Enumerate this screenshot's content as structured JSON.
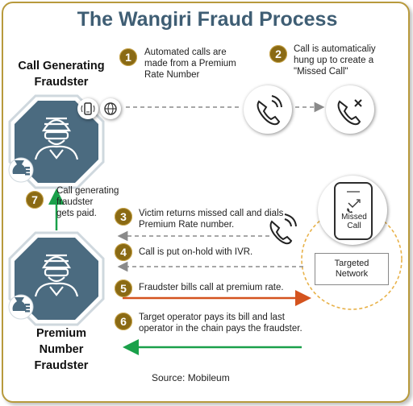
{
  "title": "The Wangiri Fraud Process",
  "actors": {
    "top": {
      "line1": "Call Generating",
      "line2": "Fraudster"
    },
    "bottom": {
      "line1": "Premium",
      "line2": "Number",
      "line3": "Fraudster"
    }
  },
  "steps": [
    {
      "num": "1",
      "line1": "Automated calls are",
      "line2": "made from a Premium",
      "line3": "Rate Number"
    },
    {
      "num": "2",
      "line1": "Call is automaticaliy",
      "line2": "hung up to create a",
      "line3": "\"Missed Call\""
    },
    {
      "num": "3",
      "line1": "Victim returns missed call and dials",
      "line2": "Premium Rate number."
    },
    {
      "num": "4",
      "line1": "Call is put on-hold with IVR."
    },
    {
      "num": "5",
      "line1": "Fraudster bills call at premium rate."
    },
    {
      "num": "6",
      "line1": "Target operator pays its bill and last",
      "line2": "operator in the chain pays the fraudster."
    },
    {
      "num": "7",
      "line1": "Call generating",
      "line2": "fraudster",
      "line3": "gets paid."
    }
  ],
  "phone": {
    "line1": "Missed",
    "line2": "Call"
  },
  "network": {
    "line1": "Targeted",
    "line2": "Network"
  },
  "source": "Source: Mobileum",
  "colors": {
    "title": "#3f5e74",
    "badge": "#8a6a14",
    "hex": "#4b6b80",
    "orange_arrow": "#d4531e",
    "green_arrow": "#1aa04a",
    "frame": "#b89a3c"
  }
}
